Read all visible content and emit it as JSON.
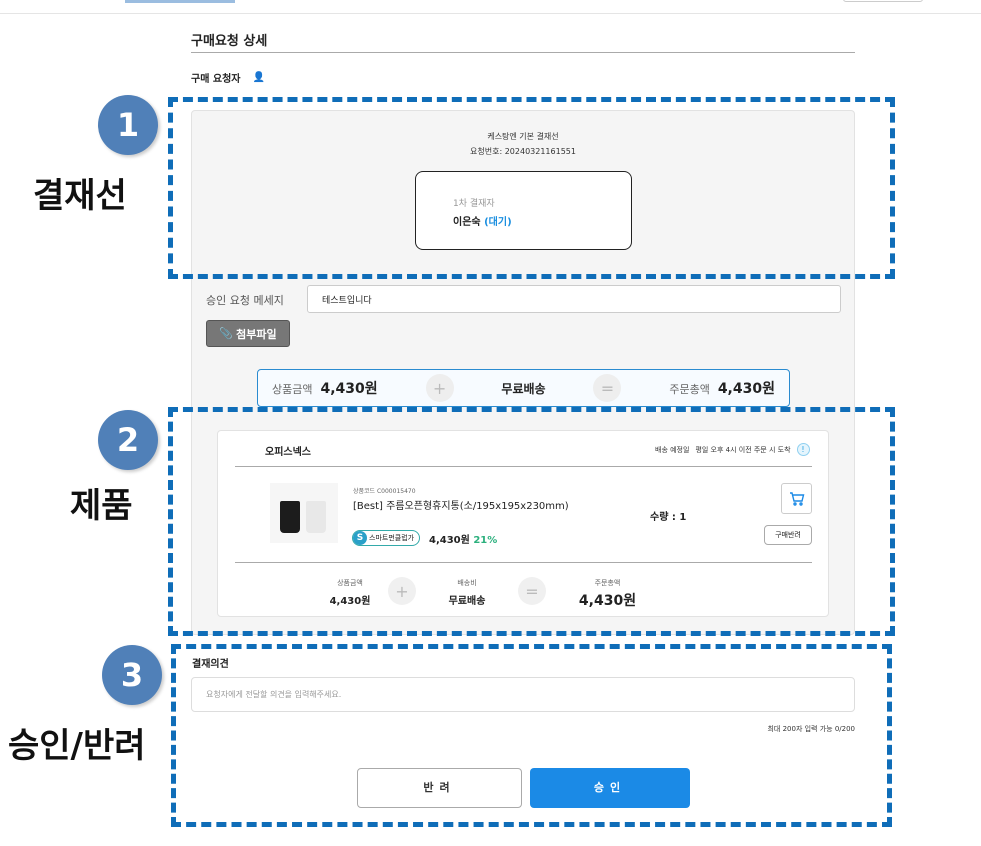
{
  "page": {
    "title": "구매요청 상세",
    "requester_label": "구매 요청자"
  },
  "approval_line": {
    "name": "케스탕엔 기본 결재선",
    "request_no": "요청번호: 20240321161551",
    "approver_label": "1차 결재자",
    "approver_name": "이은숙",
    "approver_status": "(대기)"
  },
  "request_message": {
    "label": "승인 요청 메세지",
    "value": "테스트입니다",
    "attach_label": "첨부파일"
  },
  "summary": {
    "product_label": "상품금액",
    "product_amount": "4,430원",
    "shipping": "무료배송",
    "total_label": "주문총액",
    "total_amount": "4,430원",
    "plus": "+",
    "equals": "="
  },
  "product_card": {
    "vendor": "오피스넥스",
    "ship_label": "배송 예정일",
    "ship_text": "평일 오후 4시 이전 주문 시 도착",
    "info": "!",
    "code": "상품코드 C000015470",
    "name": "[Best] 주름오픈형휴지통(소/195x195x230mm)",
    "badge": "스마트펀클럽가",
    "badge_icon": "S",
    "price": "4,430원",
    "discount": "21%",
    "qty": "수량 : 1",
    "reject_item": "구매반려",
    "foot": {
      "product_label": "상품금액",
      "product_amount": "4,430원",
      "ship_label": "배송비",
      "ship_value": "무료배송",
      "total_label": "주문총액",
      "total_amount": "4,430원"
    }
  },
  "opinion": {
    "title": "결재의견",
    "placeholder": "요청자에게 전달할 의견을 입력해주세요.",
    "count": "최대 200자 입력 가능 0/200"
  },
  "buttons": {
    "reject": "반려",
    "approve": "승인"
  },
  "annotations": [
    {
      "num": "1",
      "label": "결재선"
    },
    {
      "num": "2",
      "label": "제품"
    },
    {
      "num": "3",
      "label": "승인/반려"
    }
  ],
  "colors": {
    "accent": "#1b8ae6",
    "annotation": "#0f6db8",
    "badge_circle": "#5080b8"
  }
}
